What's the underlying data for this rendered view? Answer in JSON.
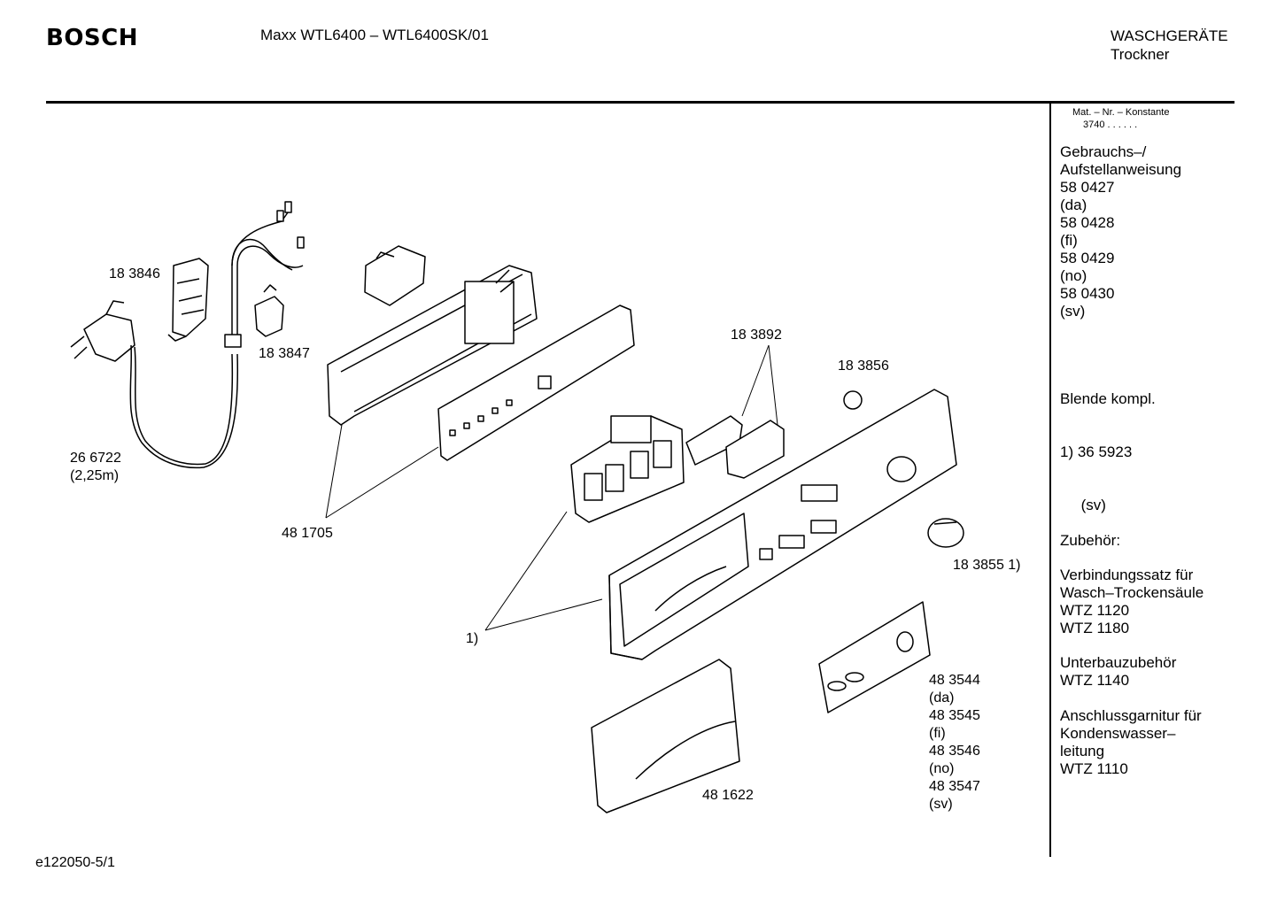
{
  "header": {
    "brand": "BOSCH",
    "model": "Maxx WTL6400 – WTL6400SK/01",
    "category_line1": "WASCHGERÄTE",
    "category_line2": "Trockner"
  },
  "sidebar": {
    "mat_label": "Mat. – Nr. – Konstante",
    "mat_value": "3740 . .   . . . .",
    "manual": [
      "Gebrauchs–/",
      "Aufstellanweisung",
      "58 0427",
      "(da)",
      "58 0428",
      "(fi)",
      "58 0429",
      "(no)",
      "58 0430",
      "(sv)"
    ],
    "blende": [
      "Blende kompl.",
      "1) 36 5923",
      "     (sv)"
    ],
    "accessories_title": "Zubehör:",
    "acc1": [
      "Verbindungssatz für",
      "Wasch–Trockensäule",
      "WTZ 1120",
      "WTZ 1180"
    ],
    "acc2": [
      "Unterbauzubehör",
      "WTZ 1140"
    ],
    "acc3": [
      "Anschlussgarnitur für",
      "Kondenswasser–",
      "leitung",
      "WTZ 1110"
    ]
  },
  "parts": {
    "p183846": "18 3846",
    "p183847": "18 3847",
    "p266722": "26 6722",
    "p266722_len": "(2,25m)",
    "p481705": "48 1705",
    "p183892": "18 3892",
    "p183856": "18 3856",
    "p183855": "18 3855 1)",
    "p1": "1)",
    "p481622": "48 1622",
    "panels": [
      "48 3544",
      "(da)",
      "48 3545",
      "(fi)",
      "48 3546",
      "(no)",
      "48 3547",
      "(sv)"
    ]
  },
  "footer": {
    "code": "e122050-5/1"
  }
}
